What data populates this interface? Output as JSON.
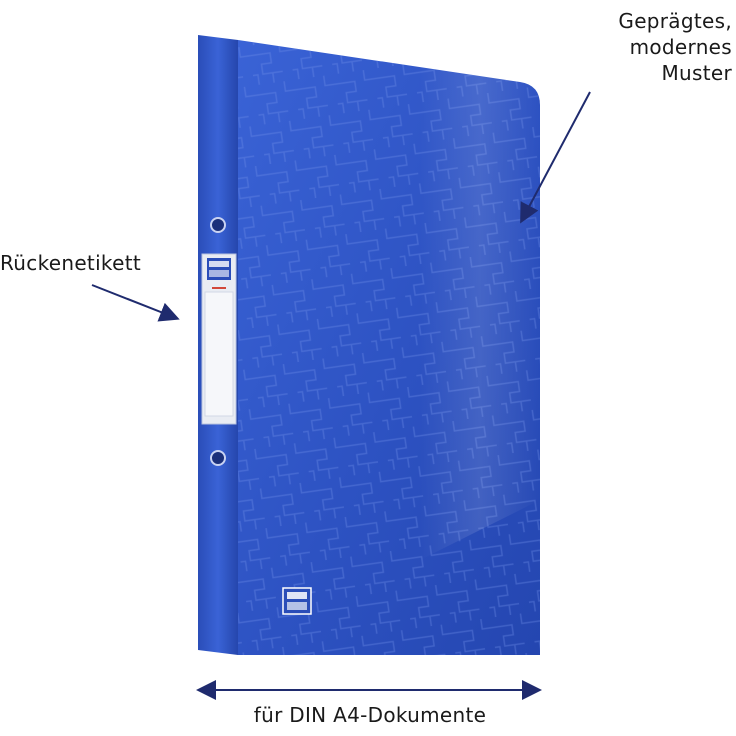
{
  "annotations": {
    "pattern_lines": [
      "Geprägtes,",
      "modernes",
      "Muster"
    ],
    "spine_label": "Rückenetikett",
    "size_note": "für DIN A4-Dokumente"
  },
  "colors": {
    "binder_blue": "#2f55c4",
    "binder_dark": "#1f3d9e",
    "arrow": "#1f2b6e"
  },
  "icons": {
    "logo": "oxford-logo-icon"
  }
}
